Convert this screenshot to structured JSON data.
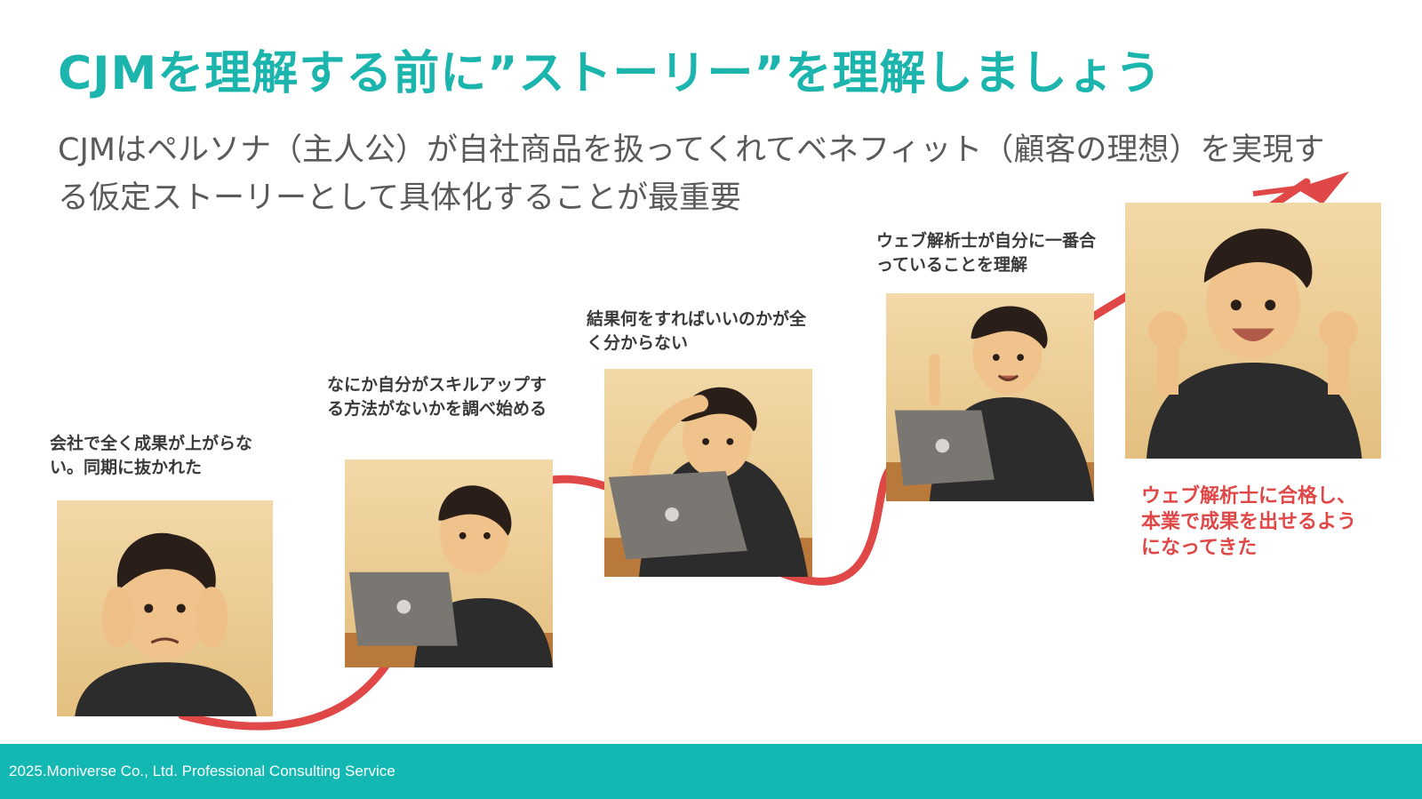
{
  "slide": {
    "title": "CJMを理解する前に”ストーリー”を理解しましょう",
    "subtitle": "CJMはペルソナ（主人公）が自社商品を扱ってくれてベネフィット（顧客の理想）を実現する仮定ストーリーとして具体化することが最重要"
  },
  "story_steps": [
    {
      "caption": "会社で全く成果が上がらない。同期に抜かれた",
      "image": "frustrated-man-holding-head"
    },
    {
      "caption": "なにか自分がスキルアップする方法がないかを調べ始める",
      "image": "man-searching-on-laptop"
    },
    {
      "caption": "結果何をすればいいのかが全く分からない",
      "image": "confused-man-at-laptop"
    },
    {
      "caption": "ウェブ解析士が自分に一番合っていることを理解",
      "image": "man-with-idea-at-laptop"
    },
    {
      "caption": "ウェブ解析士に合格し、本業で成果を出せるようになってきた",
      "image": "man-celebrating-fists-raised"
    }
  ],
  "colors": {
    "accent": "#1bb5ae",
    "curve": "#e04848",
    "footer": "#14b8b2"
  },
  "footer": {
    "text": "2025.Moniverse Co., Ltd. Professional Consulting Service"
  }
}
